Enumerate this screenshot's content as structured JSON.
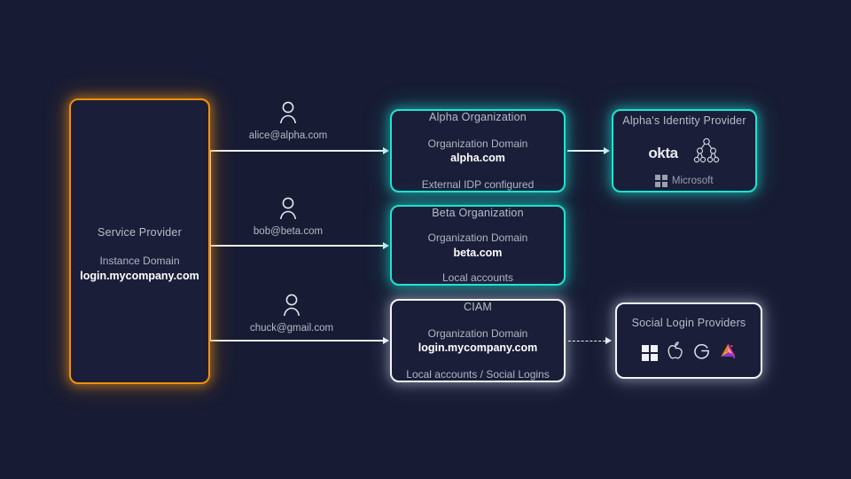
{
  "diagram": {
    "background_color": "#171b33",
    "accent_orange": "#f0900e",
    "accent_teal": "#1fe3d2",
    "accent_white": "#f2f3f8"
  },
  "service_provider": {
    "title": "Service Provider",
    "domain_label": "Instance Domain",
    "domain_value": "login.mycompany.com"
  },
  "users": [
    {
      "name": "user-alice",
      "email": "alice@alpha.com",
      "icon": "person-icon"
    },
    {
      "name": "user-bob",
      "email": "bob@beta.com",
      "icon": "person-icon"
    },
    {
      "name": "user-chuck",
      "email": "chuck@gmail.com",
      "icon": "person-icon"
    }
  ],
  "organizations": [
    {
      "title": "Alpha Organization",
      "domain_label": "Organization Domain",
      "domain_value": "alpha.com",
      "footer": "External IDP configured",
      "border_color": "#1fe3d2"
    },
    {
      "title": "Beta Organization",
      "domain_label": "Organization Domain",
      "domain_value": "beta.com",
      "footer": "Local accounts",
      "border_color": "#1fe3d2"
    },
    {
      "title": "CIAM",
      "domain_label": "Organization Domain",
      "domain_value": "login.mycompany.com",
      "footer": "Local accounts / Social Logins",
      "border_color": "#f2f3f8"
    }
  ],
  "identity_provider": {
    "title": "Alpha's Identity Provider",
    "logos": [
      {
        "name": "okta-logo",
        "label": "okta"
      },
      {
        "name": "ldap-tree-icon",
        "label": ""
      },
      {
        "name": "microsoft-logo",
        "label": "Microsoft"
      }
    ],
    "border_color": "#1fe3d2"
  },
  "social_providers": {
    "title": "Social  Login Providers",
    "logos": [
      {
        "name": "microsoft-icon",
        "label": "Microsoft"
      },
      {
        "name": "apple-icon",
        "label": "Apple"
      },
      {
        "name": "google-icon",
        "label": "Google"
      },
      {
        "name": "auth0-icon",
        "label": "Auth0"
      }
    ],
    "border_color": "#f2f3f8"
  },
  "connectors": [
    {
      "name": "sp-to-alpha",
      "style": "solid"
    },
    {
      "name": "sp-to-beta",
      "style": "solid"
    },
    {
      "name": "sp-to-ciam",
      "style": "solid"
    },
    {
      "name": "alpha-to-idp",
      "style": "solid"
    },
    {
      "name": "ciam-to-social",
      "style": "dashed"
    }
  ]
}
